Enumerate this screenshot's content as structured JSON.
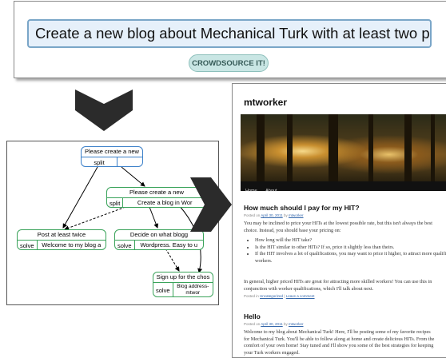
{
  "task": {
    "input_value": "Create a new blog about Mechanical Turk with at least two posts.",
    "button_label": "CROWDSOURCE IT!"
  },
  "diagram": {
    "root": {
      "title": "Please create a new",
      "action": "split"
    },
    "node2": {
      "title": "Please create a new",
      "action": "split",
      "value": "Create a blog in Wor"
    },
    "node3": {
      "title": "Post at least twice",
      "action": "solve",
      "value": "Welcome to my blog a"
    },
    "node4": {
      "title": "Decide on what blogg",
      "action": "solve",
      "value": "Wordpress. Easy to u"
    },
    "node5": {
      "title": "Sign up for the chos",
      "action": "solve",
      "value": "Blog address- mtwor"
    }
  },
  "blog": {
    "site_title": "mtworker",
    "nav": [
      "Home",
      "About"
    ],
    "post1": {
      "title": "How much should I pay for my HIT?",
      "meta_prefix": "Posted on",
      "meta_date": "April 30, 2011",
      "meta_by": "by",
      "meta_author": "mtworker",
      "intro": "You may be inclined to price your HITs at the lowest possible rate, but this isn't always the best choice. Instead, you should base your pricing on:",
      "bullets": [
        "How long will the HIT take?",
        "Is the HIT similar to other HITs? If so, price it slightly less than theirs.",
        "If the HIT involves a lot of qualifications, you may want to price it higher, to attract more qualified workers."
      ],
      "closing": "In general, higher priced HITs are great for attracting more skilled workers! You can use this in conjunction with worker qualifications, which I'll talk about next.",
      "footer_prefix": "Posted in",
      "footer_category": "Uncategorized",
      "footer_sep": "|",
      "footer_comment": "Leave a comment"
    },
    "post2": {
      "title": "Hello",
      "meta_prefix": "Posted on",
      "meta_date": "April 30, 2011",
      "meta_by": "by",
      "meta_author": "mtworker",
      "body": "Welcome to my blog about Mechanical Turk! Here, I'll be posting some of my favorite recipes for Mechanical Turk. You'll be able to follow along at home and create delicious HITs. From the comfort of your own home! Stay tuned and I'll show you some of the best strategies for keeping your Turk workers engaged."
    }
  },
  "colors": {
    "input_bg": "#e6f0fa",
    "input_border": "#7aa6c8",
    "button_bg": "#c9e6e4",
    "node_green": "#3aa35a",
    "node_blue": "#3a7fc8"
  }
}
